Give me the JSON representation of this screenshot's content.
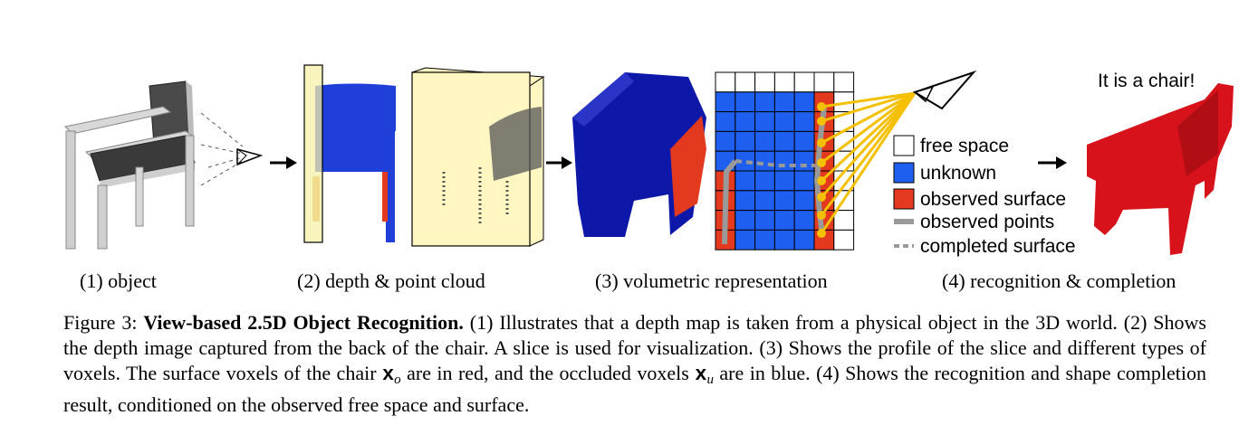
{
  "panels": [
    {
      "label": "(1) object"
    },
    {
      "label": "(2) depth & point cloud"
    },
    {
      "label": "(3) volumetric representation"
    },
    {
      "label": "(4) recognition & completion"
    }
  ],
  "speech_bubble": "It is a chair!",
  "legend": {
    "free_space": "free space",
    "unknown": "unknown",
    "observed_surface": "observed surface",
    "observed_points": "observed points",
    "completed_surface": "completed surface"
  },
  "colors": {
    "unknown": "#1f5ff0",
    "observed_surface": "#e33a1f",
    "observed_points": "#999999",
    "rays": "#f5c000",
    "chair_grey": "#3c3c3c",
    "slice_yellow": "#fff6c2"
  },
  "caption": {
    "prefix": "Figure 3: ",
    "title": "View-based 2.5D Object Recognition.",
    "part1": " (1) Illustrates that a depth map is taken from a physical object in the 3D world. (2) Shows the depth image captured from the back of the chair. A slice is used for visualization. (3) Shows the profile of the slice and different types of voxels. The surface voxels of the chair ",
    "xo_symbol": "x",
    "xo_sub": "o",
    "part2": " are in red, and the occluded voxels ",
    "xu_symbol": "x",
    "xu_sub": "u",
    "part3": " are in blue. (4) Shows the recognition and shape completion result, conditioned on the observed free space and surface."
  }
}
